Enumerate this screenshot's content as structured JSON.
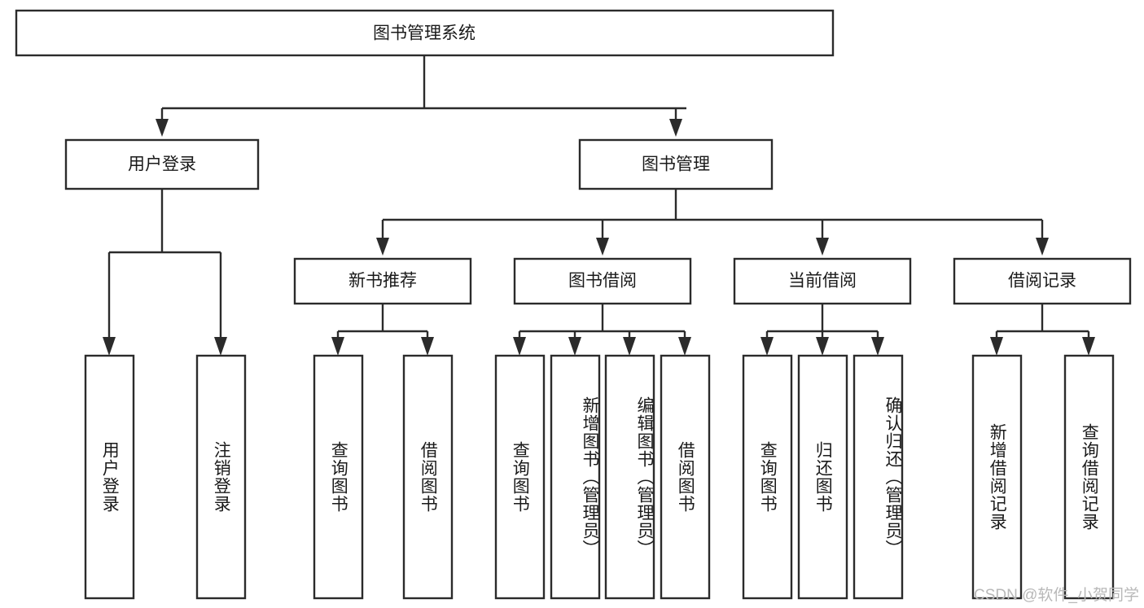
{
  "diagram": {
    "type": "tree",
    "title": "图书管理系统",
    "watermark": "CSDN @软件_小贺同学",
    "colors": {
      "box_stroke": "#2b2b2b",
      "box_fill": "#ffffff",
      "text": "#1a1a1a",
      "background": "#ffffff",
      "watermark": "#b8b8b8"
    },
    "root": {
      "label": "图书管理系统"
    },
    "level2": [
      {
        "label": "用户登录"
      },
      {
        "label": "图书管理"
      }
    ],
    "level3": [
      {
        "label": "新书推荐"
      },
      {
        "label": "图书借阅"
      },
      {
        "label": "当前借阅"
      },
      {
        "label": "借阅记录"
      }
    ],
    "leaves_user_login": [
      {
        "label": "用户登录"
      },
      {
        "label": "注销登录"
      }
    ],
    "leaves_new_book": [
      {
        "label": "查询图书"
      },
      {
        "label": "借阅图书"
      }
    ],
    "leaves_borrow": [
      {
        "label": "查询图书"
      },
      {
        "label": "新增图书（管理员）"
      },
      {
        "label": "编辑图书（管理员）"
      },
      {
        "label": "借阅图书"
      }
    ],
    "leaves_current": [
      {
        "label": "查询图书"
      },
      {
        "label": "归还图书"
      },
      {
        "label": "确认归还（管理员）"
      }
    ],
    "leaves_records": [
      {
        "label": "新增借阅记录"
      },
      {
        "label": "查询借阅记录"
      }
    ]
  }
}
